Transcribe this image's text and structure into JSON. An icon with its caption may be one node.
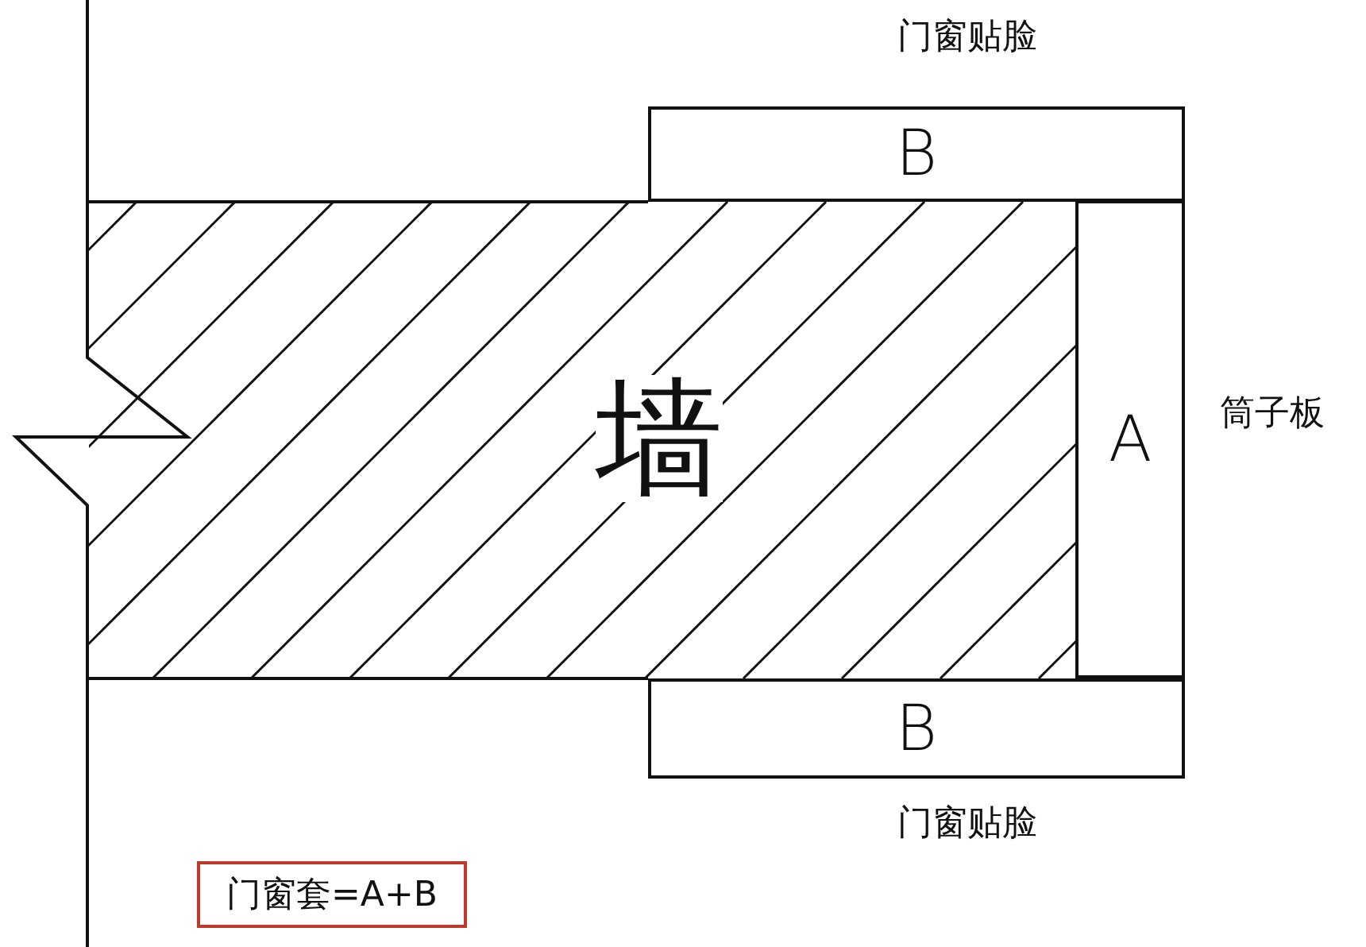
{
  "diagram": {
    "nodes": [
      {
        "text": [
          "B"
        ],
        "beside": [
          "门窗贴脸"
        ]
      },
      {
        "text": [
          "墙"
        ]
      },
      {
        "text": [
          "A"
        ],
        "beside": [
          "筒子板"
        ]
      },
      {
        "text": [
          "B"
        ],
        "beside": [
          "门窗贴脸"
        ]
      },
      {
        "text": [
          "门窗套=A+B"
        ]
      }
    ],
    "edges": []
  }
}
